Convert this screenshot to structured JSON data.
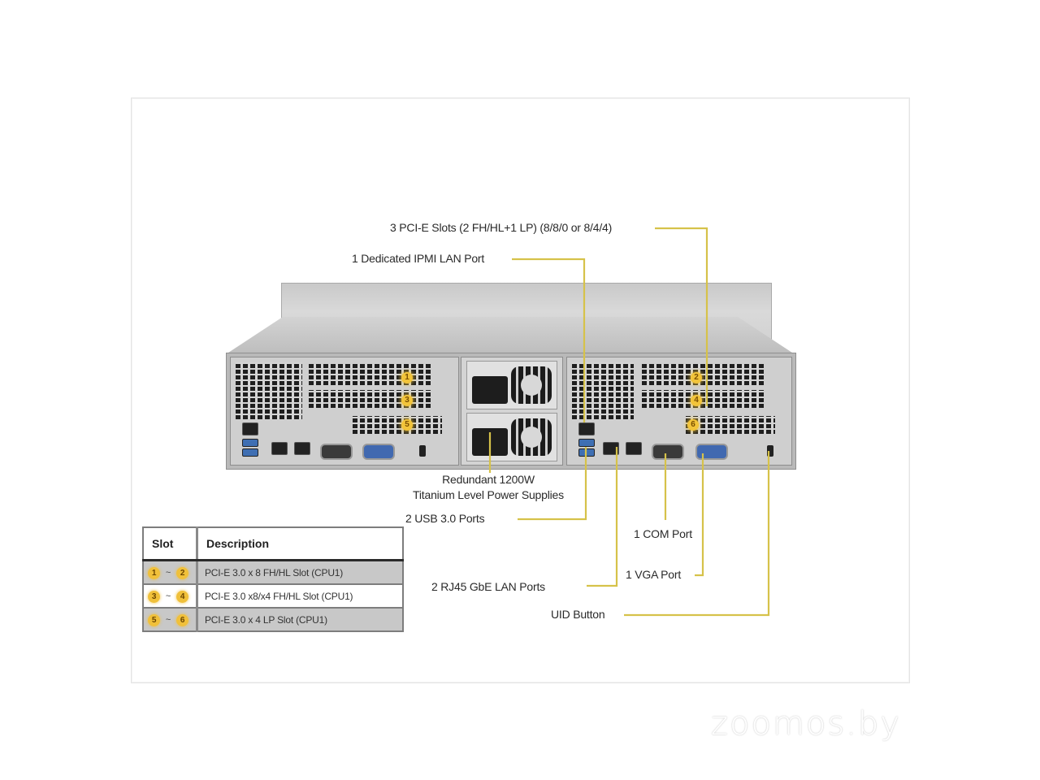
{
  "diagram": {
    "subject": "2U twin-node server rear panel",
    "callouts": {
      "pcie_slots": "3 PCI-E Slots (2 FH/HL+1 LP) (8/8/0  or 8/4/4)",
      "ipmi": "1 Dedicated IPMI  LAN Port",
      "psu_line1": "Redundant  1200W",
      "psu_line2": "Titanium   Level Power Supplies",
      "usb": "2 USB 3.0 Ports",
      "com": "1 COM Port",
      "vga": "1 VGA Port",
      "lan": "2 RJ45 GbE LAN Ports",
      "uid": "UID  Button"
    },
    "slot_badges": [
      "1",
      "2",
      "3",
      "4",
      "5",
      "6"
    ],
    "leader_color": "#d6c24a",
    "badge_color": "#f2c43a"
  },
  "slot_table": {
    "headers": {
      "slot": "Slot",
      "description": "Description"
    },
    "rows": [
      {
        "from": "1",
        "sep": "~",
        "to": "2",
        "description": "PCI-E 3.0 x 8 FH/HL Slot (CPU1)"
      },
      {
        "from": "3",
        "sep": "~",
        "to": "4",
        "description": "PCI-E 3.0 x8/x4  FH/HL Slot (CPU1)"
      },
      {
        "from": "5",
        "sep": "~",
        "to": "6",
        "description": "PCI-E 3.0 x 4 LP Slot (CPU1)"
      }
    ]
  },
  "watermark": "zoomos.by"
}
